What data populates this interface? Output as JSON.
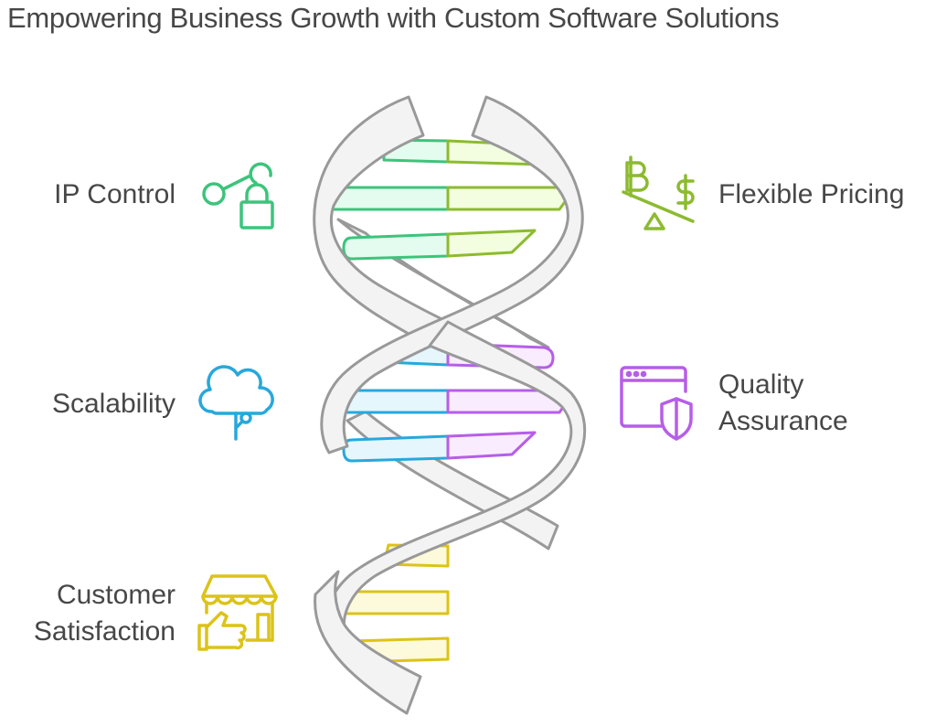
{
  "title": "Empowering Business Growth with Custom Software Solutions",
  "items": [
    {
      "label": "IP Control",
      "side": "left",
      "icon": "share-lock-icon",
      "color": "#3cc47c",
      "fill": "#e3fcef"
    },
    {
      "label": "Flexible Pricing",
      "side": "right",
      "icon": "currency-balance-icon",
      "color": "#8cbb2f",
      "fill": "#f3fde0"
    },
    {
      "label": "Scalability",
      "side": "left",
      "icon": "cloud-tree-icon",
      "color": "#27a8dc",
      "fill": "#e5f6fd"
    },
    {
      "label_line1": "Quality",
      "label_line2": "Assurance",
      "side": "right",
      "icon": "browser-shield-icon",
      "color": "#b65ee8",
      "fill": "#f8ecfe"
    },
    {
      "label_line1": "Customer",
      "label_line2": "Satisfaction",
      "side": "left",
      "icon": "store-thumbs-up-icon",
      "color": "#dcc318",
      "fill": "#fdf9db"
    }
  ],
  "colors": {
    "strand_fill": "#f3f3f3",
    "strand_stroke": "#999999",
    "text": "#474747"
  }
}
